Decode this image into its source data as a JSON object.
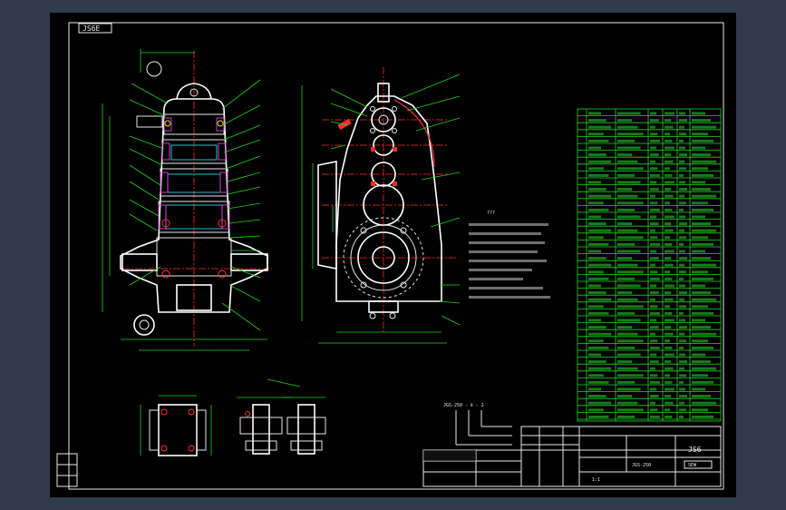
{
  "drawing": {
    "corner_tag": "JS6E",
    "title_block": {
      "drawing_code": "JS6",
      "model": "JGS-250",
      "scale": "1:1",
      "code_right": "SEW"
    },
    "part_code": "JGS-250 - Ⅱ - 2",
    "notes_title": "???"
  },
  "colors": {
    "background": "#000000",
    "frame": "#2f3b4a",
    "outline": "#ffffff",
    "dimension": "#1fd31f",
    "centerline": "#ff2a2a",
    "hidden": "#e040e0",
    "accent": "#2ad6e0"
  }
}
